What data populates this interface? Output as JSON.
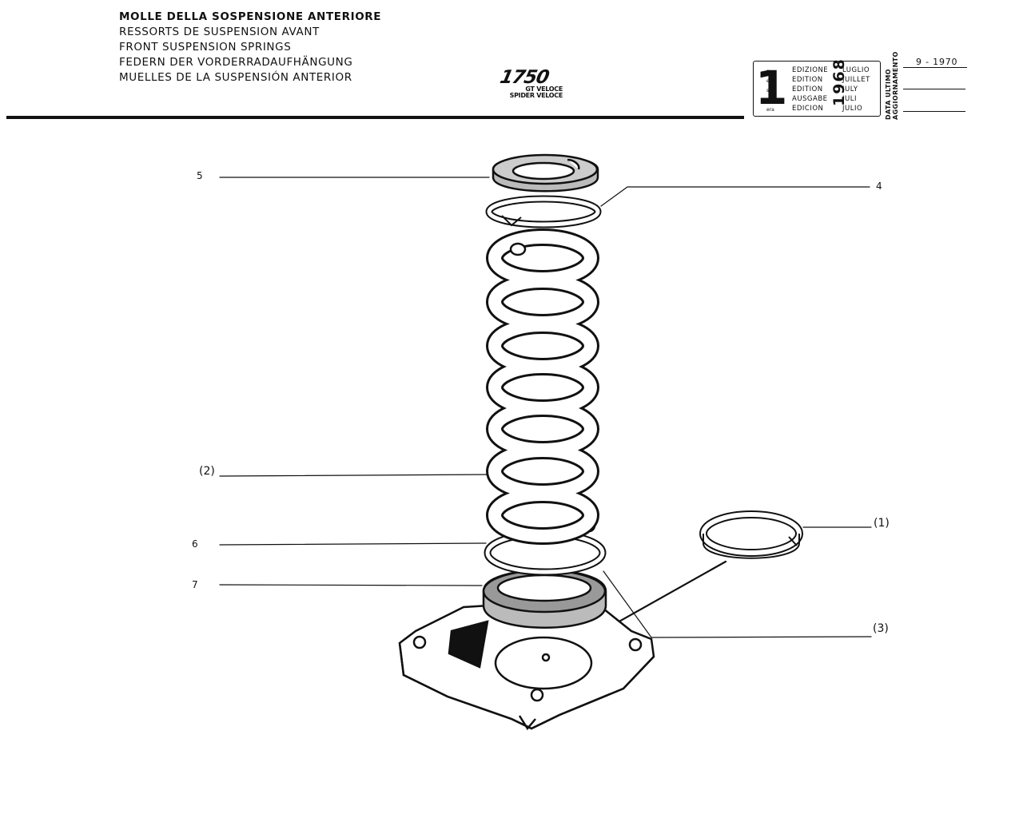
{
  "header": {
    "titles": [
      "MOLLE DELLA SOSPENSIONE ANTERIORE",
      "RESSORTS DE SUSPENSION AVANT",
      "FRONT SUSPENSION SPRINGS",
      "FEDERN DER VORDERRADAUFHÄNGUNG",
      "MUELLES DE LA SUSPENSIÓN ANTERIOR"
    ],
    "model": "1750",
    "variants": [
      "GT VELOCE",
      "SPIDER VELOCE"
    ]
  },
  "edition_box": {
    "number": "1",
    "suffixes": [
      "a",
      "ere",
      "st",
      ".",
      "era"
    ],
    "labels": [
      "EDIZIONE",
      "EDITION",
      "EDITION",
      "AUSGABE",
      "EDICION"
    ],
    "year": "1968",
    "months": [
      "LUGLIO",
      "JUILLET",
      "JULY",
      "JULI",
      "JULIO"
    ]
  },
  "last_update": {
    "label_line1": "DATA ULTIMO",
    "label_line2": "AGGIORNAMENTO",
    "entries": [
      "9 - 1970",
      "",
      ""
    ]
  },
  "callouts": [
    {
      "label": "5"
    },
    {
      "label": "4"
    },
    {
      "label": "(2)"
    },
    {
      "label": "(1)"
    },
    {
      "label": "6"
    },
    {
      "label": "7"
    },
    {
      "label": "(3)"
    }
  ]
}
